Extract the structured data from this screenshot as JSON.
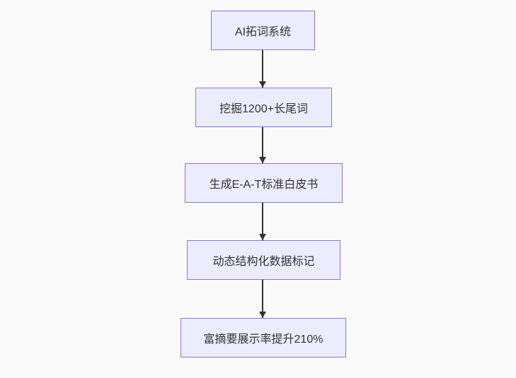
{
  "diagram": {
    "type": "flowchart",
    "direction": "top-down",
    "nodes": [
      {
        "id": "node-1",
        "label": "AI拓词系统"
      },
      {
        "id": "node-2",
        "label": "挖掘1200+长尾词"
      },
      {
        "id": "node-3",
        "label": "生成E-A-T标准白皮书"
      },
      {
        "id": "node-4",
        "label": "动态结构化数据标记"
      },
      {
        "id": "node-5",
        "label": "富摘要展示率提升210%"
      }
    ],
    "edges": [
      {
        "from": "node-1",
        "to": "node-2"
      },
      {
        "from": "node-2",
        "to": "node-3"
      },
      {
        "from": "node-3",
        "to": "node-4"
      },
      {
        "from": "node-4",
        "to": "node-5"
      }
    ],
    "colors": {
      "background": "#fafafa",
      "node_fill": "#ececff",
      "node_border": "#9370db",
      "edge": "#333333",
      "text": "#333333"
    }
  }
}
